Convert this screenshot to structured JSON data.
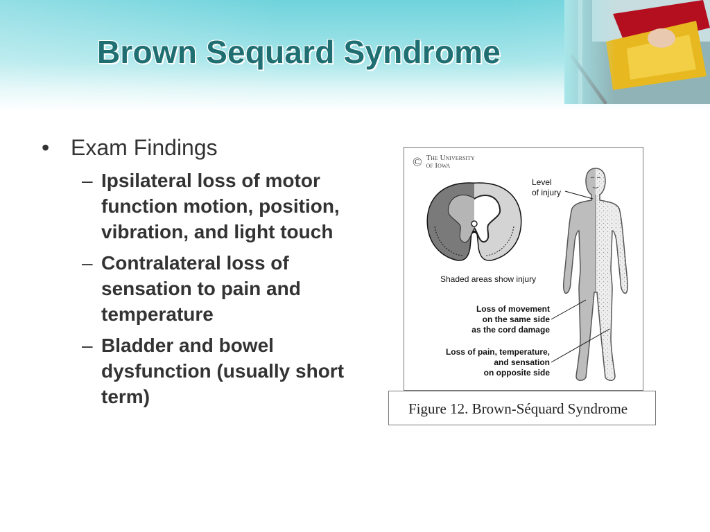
{
  "slide": {
    "title": "Brown Sequard Syndrome",
    "bullet": "Exam Findings",
    "sub_bullets": [
      "Ipsilateral loss of motor function motion, position, vibration, and light touch",
      "Contralateral loss of sensation to pain and temperature",
      "Bladder and bowel dysfunction (usually short term)"
    ]
  },
  "figure": {
    "logo_copyright": "©",
    "logo_line1": "The University",
    "logo_line2": "of Iowa",
    "label_level_1": "Level",
    "label_level_2": "of injury",
    "label_shaded": "Shaded areas show injury",
    "label_movement_1": "Loss of movement",
    "label_movement_2": "on the same side",
    "label_movement_3": "as the cord damage",
    "label_pain_1": "Loss of pain, temperature,",
    "label_pain_2": "and sensation",
    "label_pain_3": "on opposite side",
    "caption": "Figure 12.  Brown-Séquard Syndrome"
  },
  "icons": {
    "header_photo": "stretcher-photo-icon",
    "spinal_cord": "spinal-cord-cross-section-icon",
    "body": "human-body-outline-icon"
  }
}
